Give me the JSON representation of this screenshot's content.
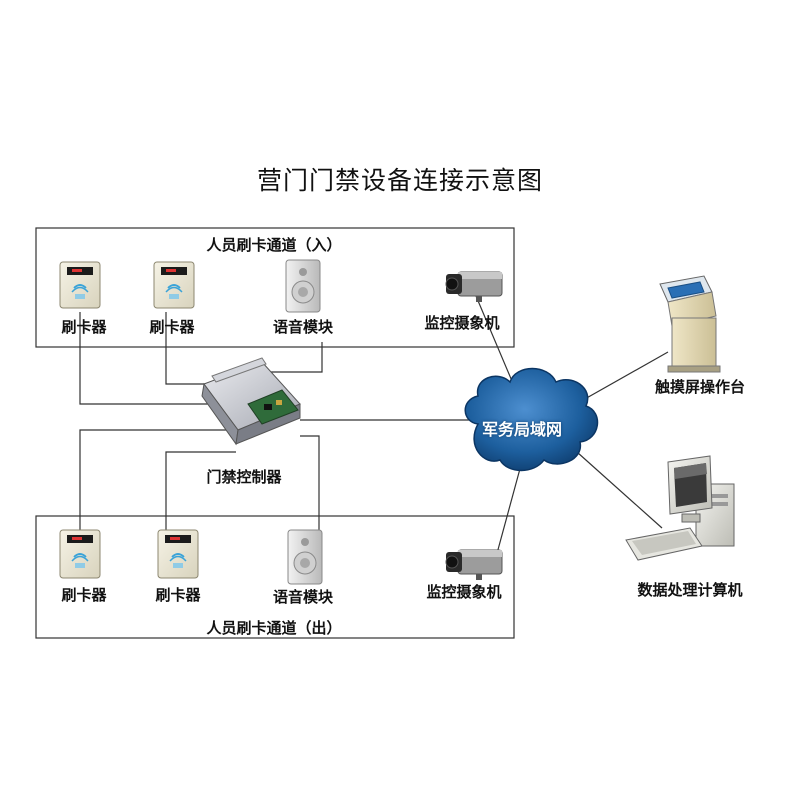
{
  "title": "营门门禁设备连接示意图",
  "zones": {
    "entry": {
      "label": "人员刷卡通道（入）"
    },
    "exit": {
      "label": "人员刷卡通道（出）"
    }
  },
  "devices": {
    "entry_reader_1": "刷卡器",
    "entry_reader_2": "刷卡器",
    "entry_speaker": "语音模块",
    "entry_camera": "监控摄象机",
    "exit_reader_1": "刷卡器",
    "exit_reader_2": "刷卡器",
    "exit_speaker": "语音模块",
    "exit_camera": "监控摄象机",
    "controller": "门禁控制器",
    "network": "军务局域网",
    "kiosk": "触摸屏操作台",
    "computer": "数据处理计算机"
  },
  "icons": {
    "card_reader": "card-reader-icon",
    "speaker": "speaker-icon",
    "camera": "camera-icon",
    "controller": "controller-box-icon",
    "cloud": "cloud-icon",
    "kiosk": "kiosk-icon",
    "computer": "computer-icon"
  },
  "colors": {
    "cloud": "#1d5f9e",
    "cloud_dark": "#0b3563",
    "line": "#333333",
    "kiosk_screen": "#2a6fb5"
  }
}
